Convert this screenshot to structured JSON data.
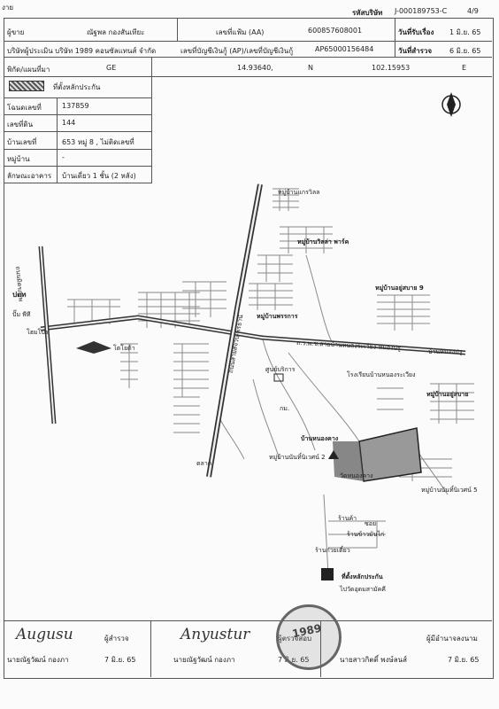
{
  "header": {
    "company_code_label": "รหัสบริษัท",
    "company_code": "J-000189753-C",
    "page_number": "4/9",
    "corner_text": "งาย"
  },
  "rows": {
    "applicant_label": "ผู้ขาย",
    "applicant_name": "ณัฐพล กองสันเทียะ",
    "file_label": "เลขที่แฟ้ม (AA)",
    "file_number": "600857608001",
    "received_label": "วันที่รับเรื่อง",
    "received_date": "1 มิ.ย. 65",
    "company_label": "บริษัทผู้ประเมิน บริษัท 1989 คอนซัลแทนส์ จำกัด",
    "account_label": "เลขที่บัญชีเงินกู้ (AP)/เลขที่บัญชีเงินกู้",
    "account_number": "AP65000156484",
    "survey_label": "วันที่สำรวจ",
    "survey_date": "6 มิ.ย. 65",
    "coords_label": "พิกัด/แผนที่มา",
    "coord_ge": "GE",
    "lat": "14.93640,",
    "lat_dir": "N",
    "lon": "102.15953",
    "lon_dir": "E"
  },
  "info": {
    "legend_label": "ที่ตั้งหลักประกัน",
    "deed_label": "โฉนดเลขที่",
    "deed_number": "137859",
    "land_label": "เลขที่ดิน",
    "land_number": "144",
    "house_label": "บ้านเลขที่",
    "house_number": "653 หมู่ 8 , ไม่ติดเลขที่",
    "village_label": "หมู่บ้าน",
    "village_value": "-",
    "building_label": "ลักษณะอาคาร",
    "building_value": "บ้านเดี่ยว 1 ชั้น (2 หลัง)"
  },
  "map_labels": {
    "v1": "หมู่บ้านแกรวิลล",
    "v2": "หมู่บ้านวิลล่า พาร์ค",
    "v3": "หมู่บ้านพรรการ",
    "v4": "หมู่บ้านอยู่สบาย 9",
    "v5": "หมู่บ้านอยู่สบาย",
    "v6": "บ้านหนองคาง",
    "v7": "หมู่บ้านนันทิ์นิเวศน์ 2",
    "v8": "หมู่บ้านนันทิ์นิเวศน์ 5",
    "road_main": "ถ.ร.พ.ช.สายบ้านหนองระเวียง-หนองปรู",
    "road_left": "ถนนมิตรภาพ",
    "road_mid": "ถนนสายสีจวบ-พรธานี",
    "town": "บ้านหนองปรู",
    "school": "โรงเรียนบ้านหนองระเวียง",
    "ptt": "ปตท",
    "pump": "ปั๊ม พีที",
    "home_pro": "โฮมโปร",
    "toyota": "โตโยต้า",
    "market": "ตลาด",
    "temple": "วัดหนองคาง",
    "shop1": "ร้านค้า",
    "shop2": "ร้านข้าวมันไก่",
    "shop3": "ร้านก๋วยเตี๋ยว",
    "target": "ที่ตั้งหลักประกัน",
    "lane": "ซอย",
    "to_target": "ไปวัดอุดมสามัคคี",
    "chevron": "ศูนย์บริการ",
    "km": "กม."
  },
  "footer": {
    "surveyor_label": "ผู้สำรวจ",
    "surveyor_name": "นายณัฐวัฒน์ กองภา",
    "surveyor_date": "7 มิ.ย. 65",
    "reviewer_label": "ผู้ตรวจสอบ",
    "reviewer_name": "นายณัฐวัฒน์ กองภา",
    "reviewer_date": "7 มิ.ย. 65",
    "approver_label": "ผู้มีอำนาจลงนาม",
    "approver_name": "นายสาวกิตติ์ พงษ์ลนส์",
    "approver_date": "7 มิ.ย. 65",
    "sig1": "Augusu",
    "sig2": "Anyustur",
    "seal_text": "1989"
  }
}
